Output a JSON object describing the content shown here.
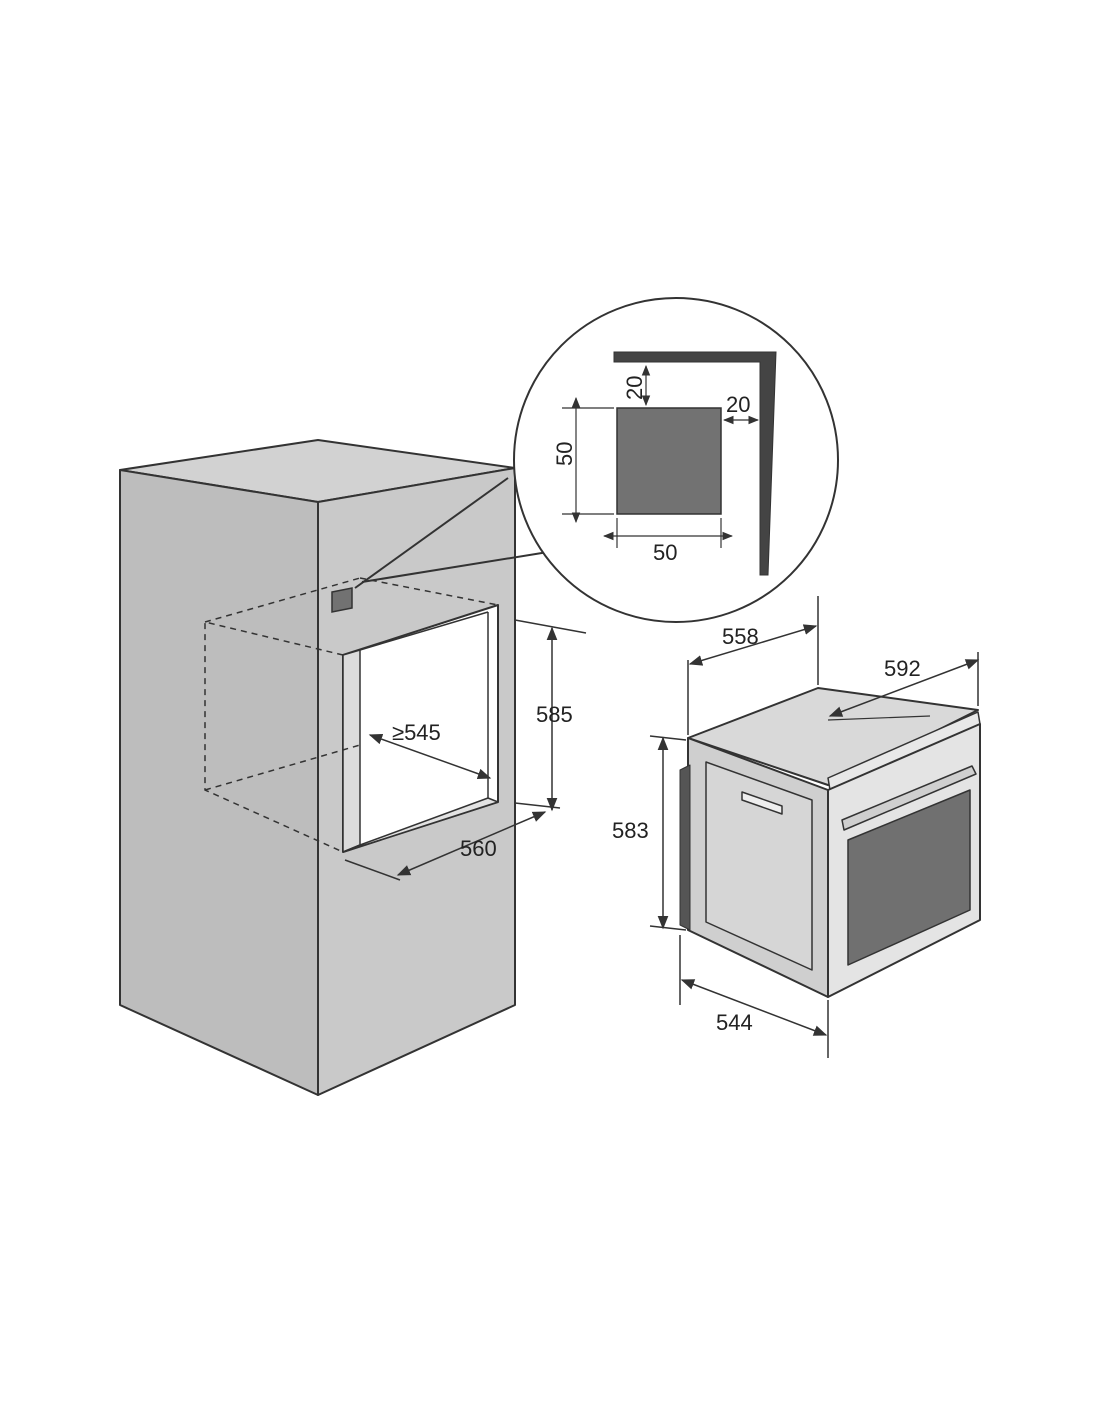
{
  "colors": {
    "cabinet_front": "#c9c9c9",
    "cabinet_side": "#bdbdbd",
    "cabinet_top": "#d2d2d2",
    "line": "#333333",
    "oven_body": "#dedede",
    "oven_top": "#d9d9d9",
    "oven_window": "#707070",
    "vent": "#727272"
  },
  "cabinet": {
    "niche_height": "585",
    "niche_width": "560",
    "niche_depth": "≥545"
  },
  "detail": {
    "vent_height": "50",
    "vent_width": "50",
    "offset_top": "20",
    "offset_side": "20"
  },
  "oven": {
    "depth_top": "558",
    "width": "592",
    "height": "583",
    "body_width": "544"
  }
}
